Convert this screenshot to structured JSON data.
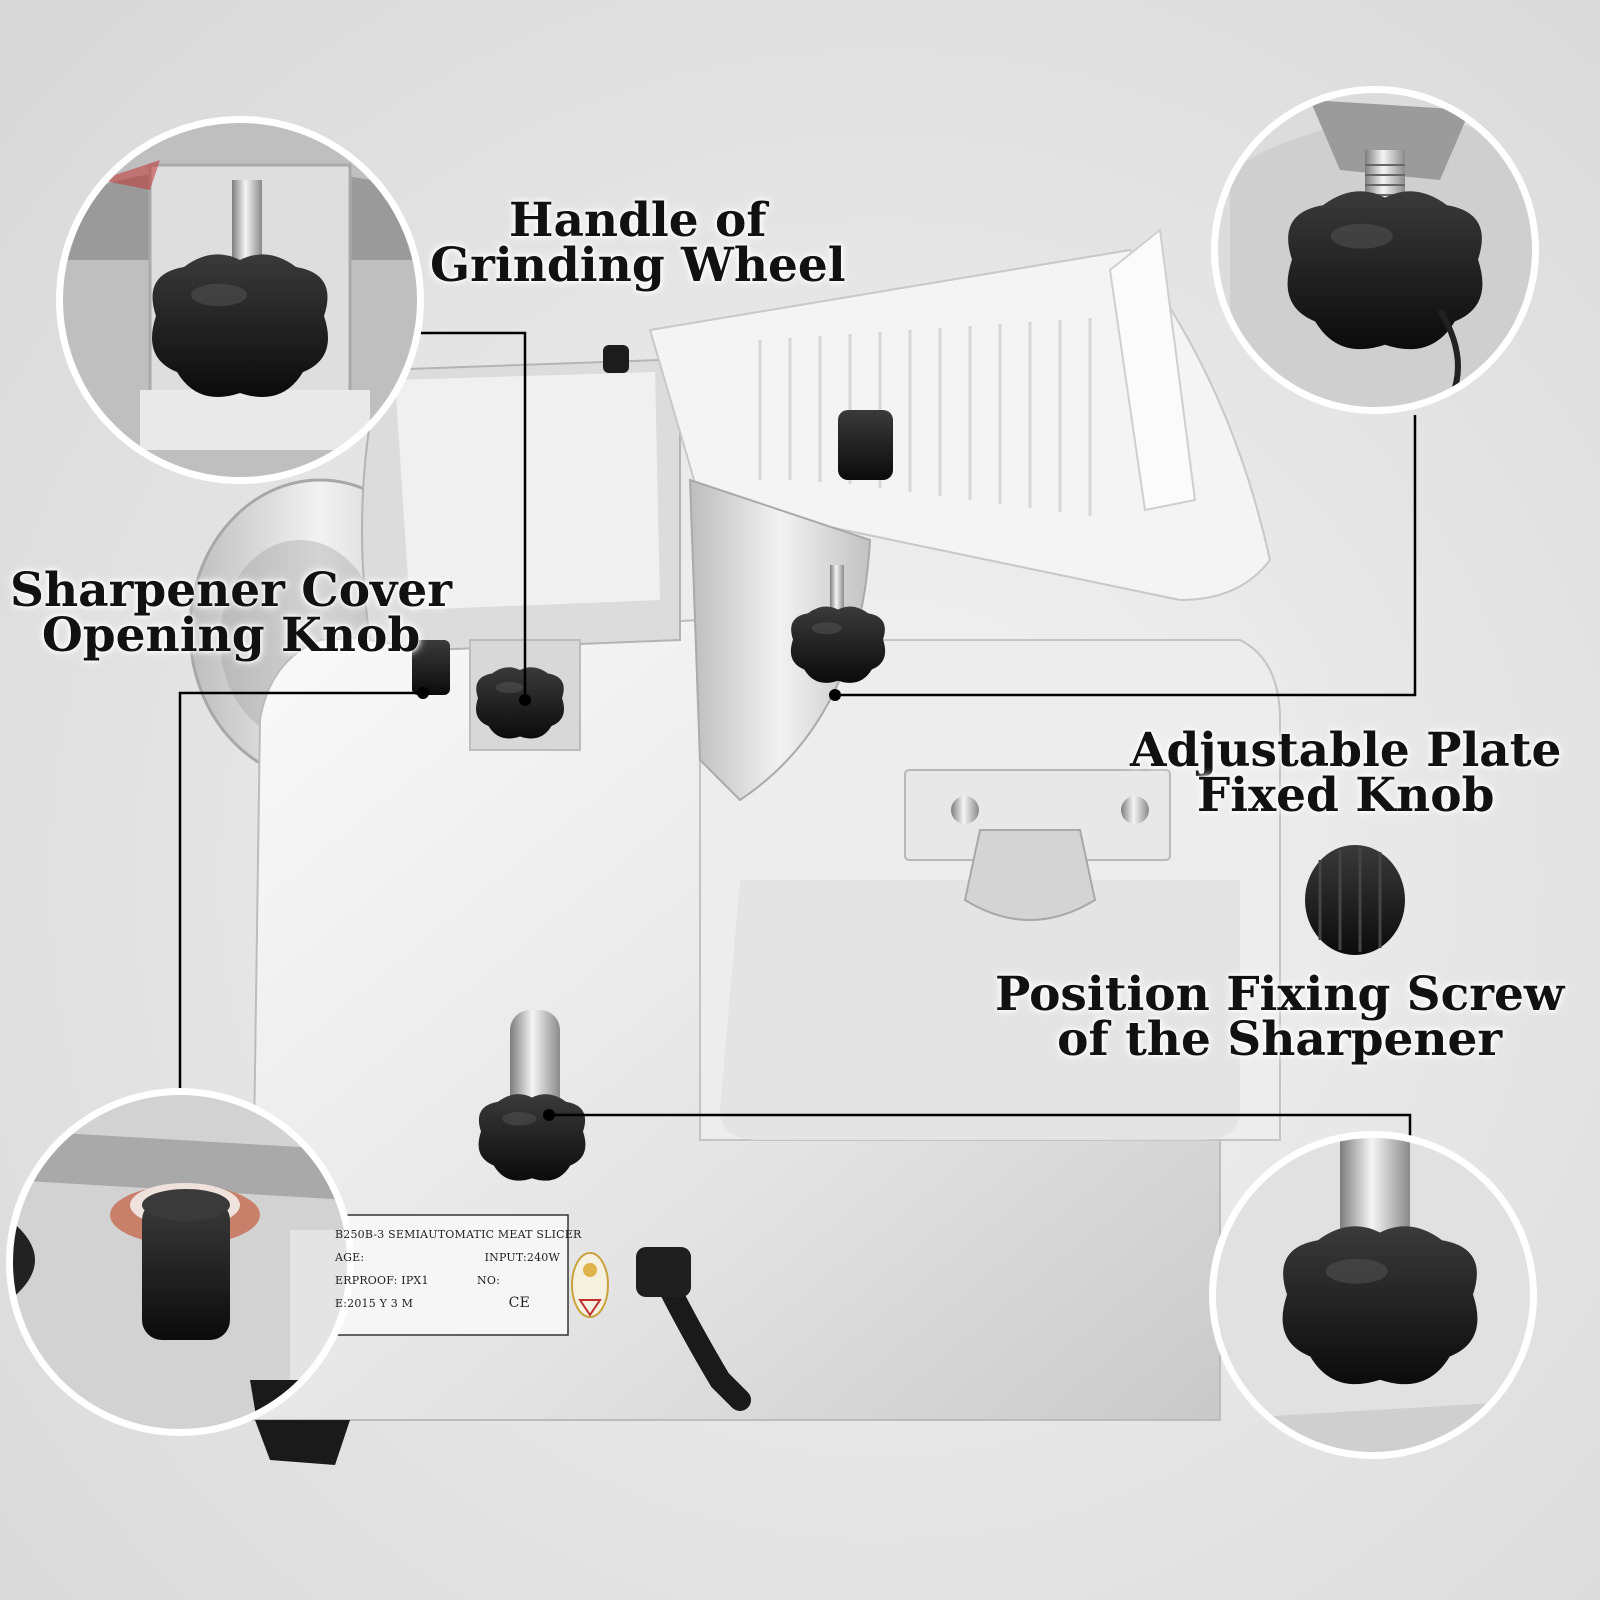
{
  "callouts": {
    "handle_of_grinding_wheel": [
      "Handle of",
      "Grinding Wheel"
    ],
    "sharpener_cover_opening_knob": [
      "Sharpener Cover",
      "Opening Knob"
    ],
    "adjustable_plate_fixed_knob": [
      "Adjustable Plate",
      "Fixed Knob"
    ],
    "position_fixing_screw": [
      "Position Fixing Screw",
      "of the Sharpener"
    ]
  },
  "rating_label": {
    "model": "B250B-3 SEMIAUTOMATIC MEAT SLICER",
    "age": "AGE:",
    "input": "INPUT:240W",
    "waterproof": "ERPROOF:  IPX1",
    "no": "NO:",
    "date": "E:2015  Y 3  M",
    "ce": "CE"
  },
  "colors": {
    "background": "#e6e6e6",
    "machine_body": "#f0f0f0",
    "knob": "#161616",
    "leader_line": "#000000"
  }
}
